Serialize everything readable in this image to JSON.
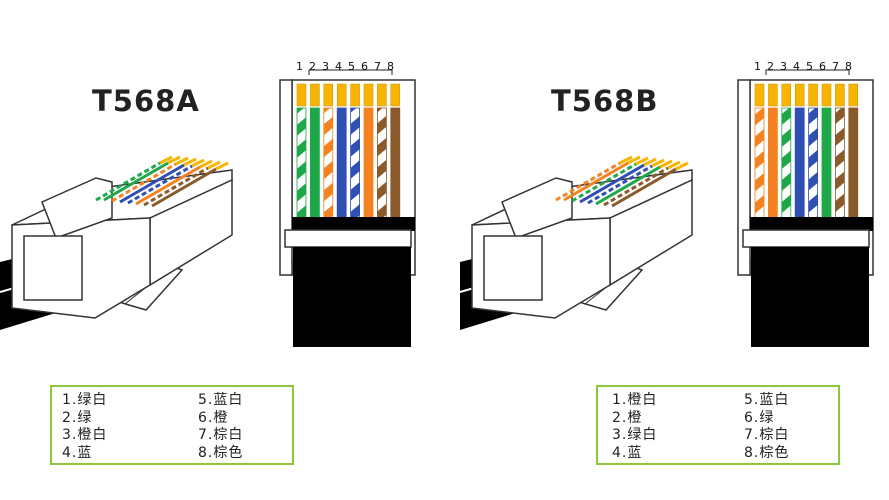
{
  "diagrams": [
    {
      "title": "T568A",
      "pin_numbers": [
        "1",
        "2",
        "3",
        "4",
        "5",
        "6",
        "7",
        "8"
      ],
      "wires": [
        {
          "color": "#1fa84a",
          "striped": true
        },
        {
          "color": "#1fa84a",
          "striped": false
        },
        {
          "color": "#f58220",
          "striped": true
        },
        {
          "color": "#2f4fb3",
          "striped": false
        },
        {
          "color": "#2f4fb3",
          "striped": true
        },
        {
          "color": "#f58220",
          "striped": false
        },
        {
          "color": "#8a5a2b",
          "striped": true
        },
        {
          "color": "#8a5a2b",
          "striped": false
        }
      ],
      "legend_left": [
        "1.绿白",
        "2.绿",
        "3.橙白",
        "4.蓝"
      ],
      "legend_right": [
        "5.蓝白",
        "6.橙",
        "7.棕白",
        "8.棕色"
      ]
    },
    {
      "title": "T568B",
      "pin_numbers": [
        "1",
        "2",
        "3",
        "4",
        "5",
        "6",
        "7",
        "8"
      ],
      "wires": [
        {
          "color": "#f58220",
          "striped": true
        },
        {
          "color": "#f58220",
          "striped": false
        },
        {
          "color": "#1fa84a",
          "striped": true
        },
        {
          "color": "#2f4fb3",
          "striped": false
        },
        {
          "color": "#2f4fb3",
          "striped": true
        },
        {
          "color": "#1fa84a",
          "striped": false
        },
        {
          "color": "#8a5a2b",
          "striped": true
        },
        {
          "color": "#8a5a2b",
          "striped": false
        }
      ],
      "legend_left": [
        "1.橙白",
        "2.橙",
        "3.绿白",
        "4.蓝"
      ],
      "legend_right": [
        "5.蓝白",
        "6.绿",
        "7.棕白",
        "8.棕色"
      ]
    }
  ],
  "colors": {
    "gold_contact": "#f7b500",
    "legend_border": "#8cc63f",
    "cable": "#000000"
  }
}
